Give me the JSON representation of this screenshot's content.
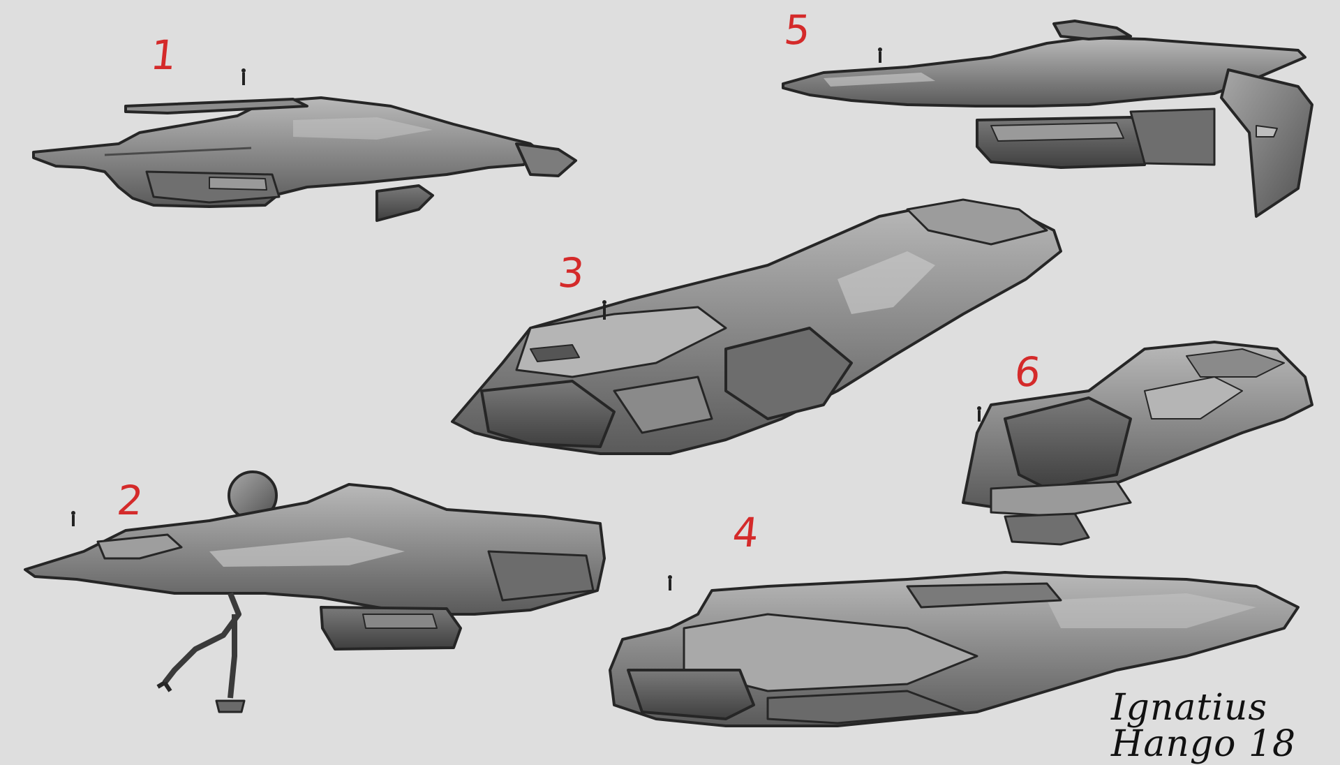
{
  "sheet": {
    "background": "#dedede",
    "label_color": "#d42a2a",
    "ink_color": "#2b2b2b",
    "labels": [
      "1",
      "2",
      "3",
      "4",
      "5",
      "6"
    ],
    "signature": "Ignatius Hango 18"
  },
  "ships": [
    {
      "label": "1",
      "shape": "side-view-cruiser"
    },
    {
      "label": "2",
      "shape": "winged-carrier-with-crane-arm"
    },
    {
      "label": "3",
      "shape": "three-quarter-view-frigate"
    },
    {
      "label": "4",
      "shape": "flat-wedge-hauler"
    },
    {
      "label": "5",
      "shape": "needle-nose-fighter-with-fin"
    },
    {
      "label": "6",
      "shape": "compact-gunship"
    }
  ]
}
